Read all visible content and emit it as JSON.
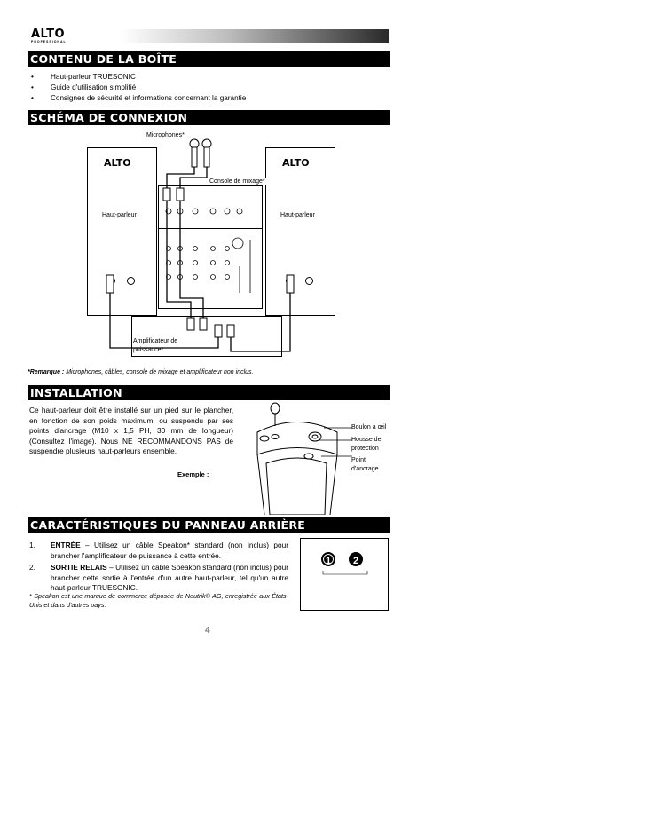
{
  "header": {
    "logo": "ALTO",
    "logo_sub": "PROFESSIONAL"
  },
  "contents": {
    "title": "CONTENU DE LA BOÎTE",
    "items": [
      "Haut-parleur TRUESONIC",
      "Guide d'utilisation simplifié",
      "Consignes de sécurité et informations concernant la garantie"
    ]
  },
  "diagram": {
    "title": "SCHÉMA DE CONNEXION",
    "microphones_label": "Microphones*",
    "mixer_label": "Console de mixage*",
    "speaker_left_label": "Haut-parleur",
    "speaker_right_label": "Haut-parleur",
    "amp_label_line1": "Amplificateur de",
    "amp_label_line2": "puissance*",
    "note_label": "*Remarque :",
    "note_text": "Microphones, câbles, console de mixage et amplificateur non inclus."
  },
  "installation": {
    "title": "INSTALLATION",
    "text": "Ce haut-parleur doit être installé sur un pied sur le plancher, en fonction de son poids maximum, ou suspendu par ses points d'ancrage (M10 x 1,5 PH, 30 mm de longueur) (Consultez l'image). Nous NE RECOMMANDONS PAS de suspendre plusieurs haut-parleurs ensemble.",
    "example_label": "Exemple :",
    "callout_eyebolt": "Boulon à œil",
    "callout_cover_line1": "Housse de",
    "callout_cover_line2": "protection",
    "callout_anchor_line1": "Point",
    "callout_anchor_line2": "d'ancrage"
  },
  "rear_panel": {
    "title": "CARACTÉRISTIQUES DU PANNEAU ARRIÈRE",
    "items": [
      {
        "num": "1.",
        "label": "ENTRÉE",
        "text": " – Utilisez un câble Speakon* standard (non inclus) pour brancher l'amplificateur de puissance à cette entrée."
      },
      {
        "num": "2.",
        "label": "SORTIE RELAIS",
        "text": " – Utilisez un câble Speakon standard (non inclus) pour brancher cette sortie à l'entrée d'un autre haut-parleur, tel qu'un autre haut-parleur TRUESONIC."
      }
    ],
    "connector_1": "1",
    "connector_2": "2",
    "footnote": "* Speakon est une marque de commerce déposée de Neutrik® AG, enregistrée aux États-Unis et dans d'autres pays."
  },
  "page_number": "4"
}
